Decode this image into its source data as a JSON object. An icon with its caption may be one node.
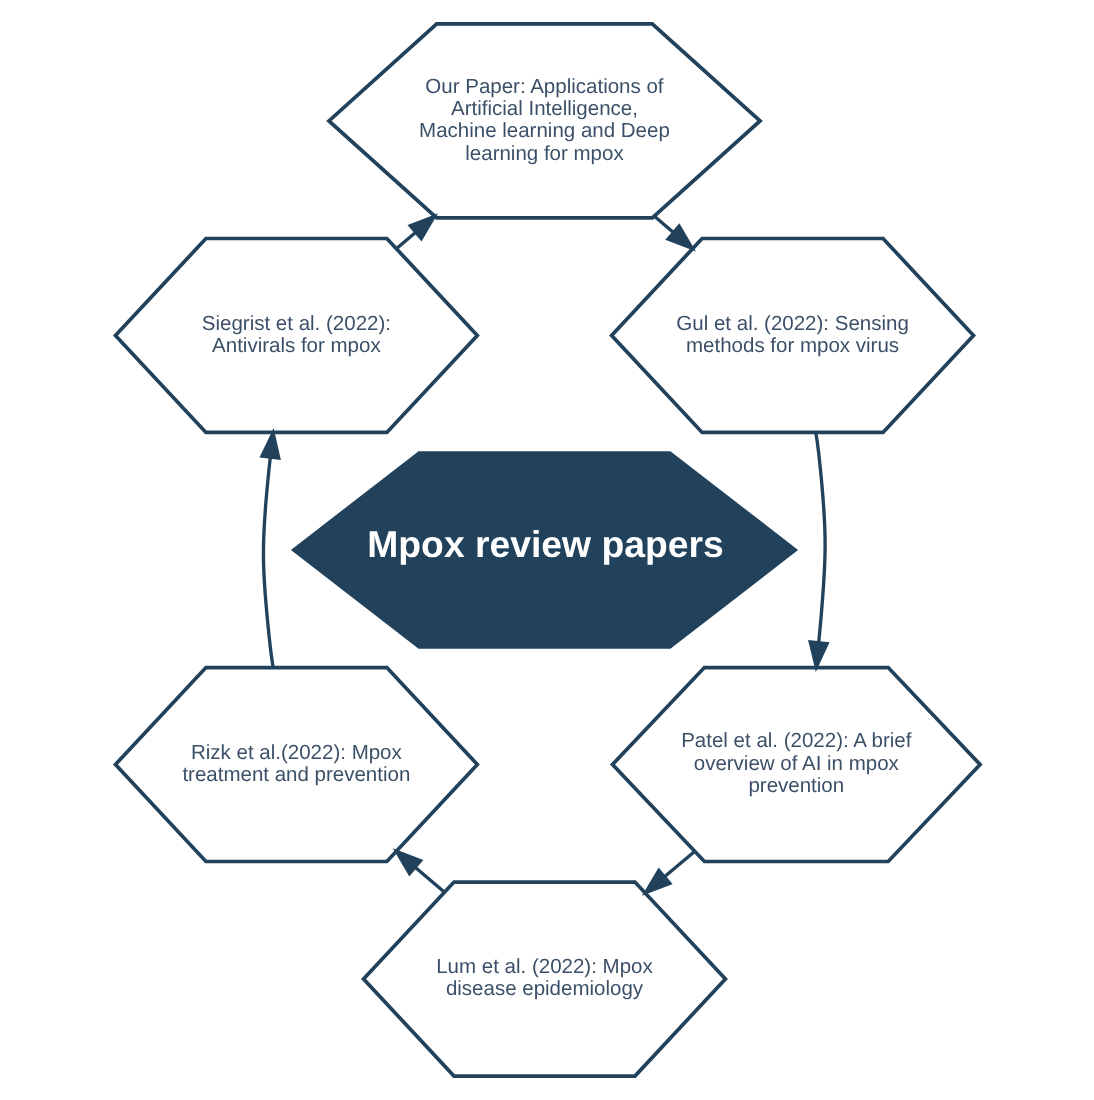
{
  "diagram": {
    "nodes": [
      {
        "text": [
          "Our Paper: Applications of Artificial Intelligence, Machine learning and Deep learning for mpox"
        ]
      },
      {
        "text": [
          "Siegrist et al. (2022): Antivirals for mpox"
        ]
      },
      {
        "text": [
          "Gul et al. (2022): Sensing methods for mpox virus"
        ]
      },
      {
        "text": [
          "Mpox review papers"
        ]
      },
      {
        "text": [
          "Rizk et al.(2022): Mpox treatment and prevention"
        ]
      },
      {
        "text": [
          "Patel et al. (2022): A brief overview of AI in mpox prevention"
        ]
      },
      {
        "text": [
          "Lum et al. (2022): Mpox disease epidemiology"
        ]
      }
    ],
    "edges": [
      {
        "from": 0,
        "to": 2,
        "arrow": "to"
      },
      {
        "from": 2,
        "to": 5,
        "arrow": "to"
      },
      {
        "from": 5,
        "to": 6,
        "arrow": "to"
      },
      {
        "from": 6,
        "to": 4,
        "arrow": "to"
      },
      {
        "from": 4,
        "to": 1,
        "arrow": "to"
      },
      {
        "from": 1,
        "to": 0,
        "arrow": "to"
      }
    ]
  }
}
